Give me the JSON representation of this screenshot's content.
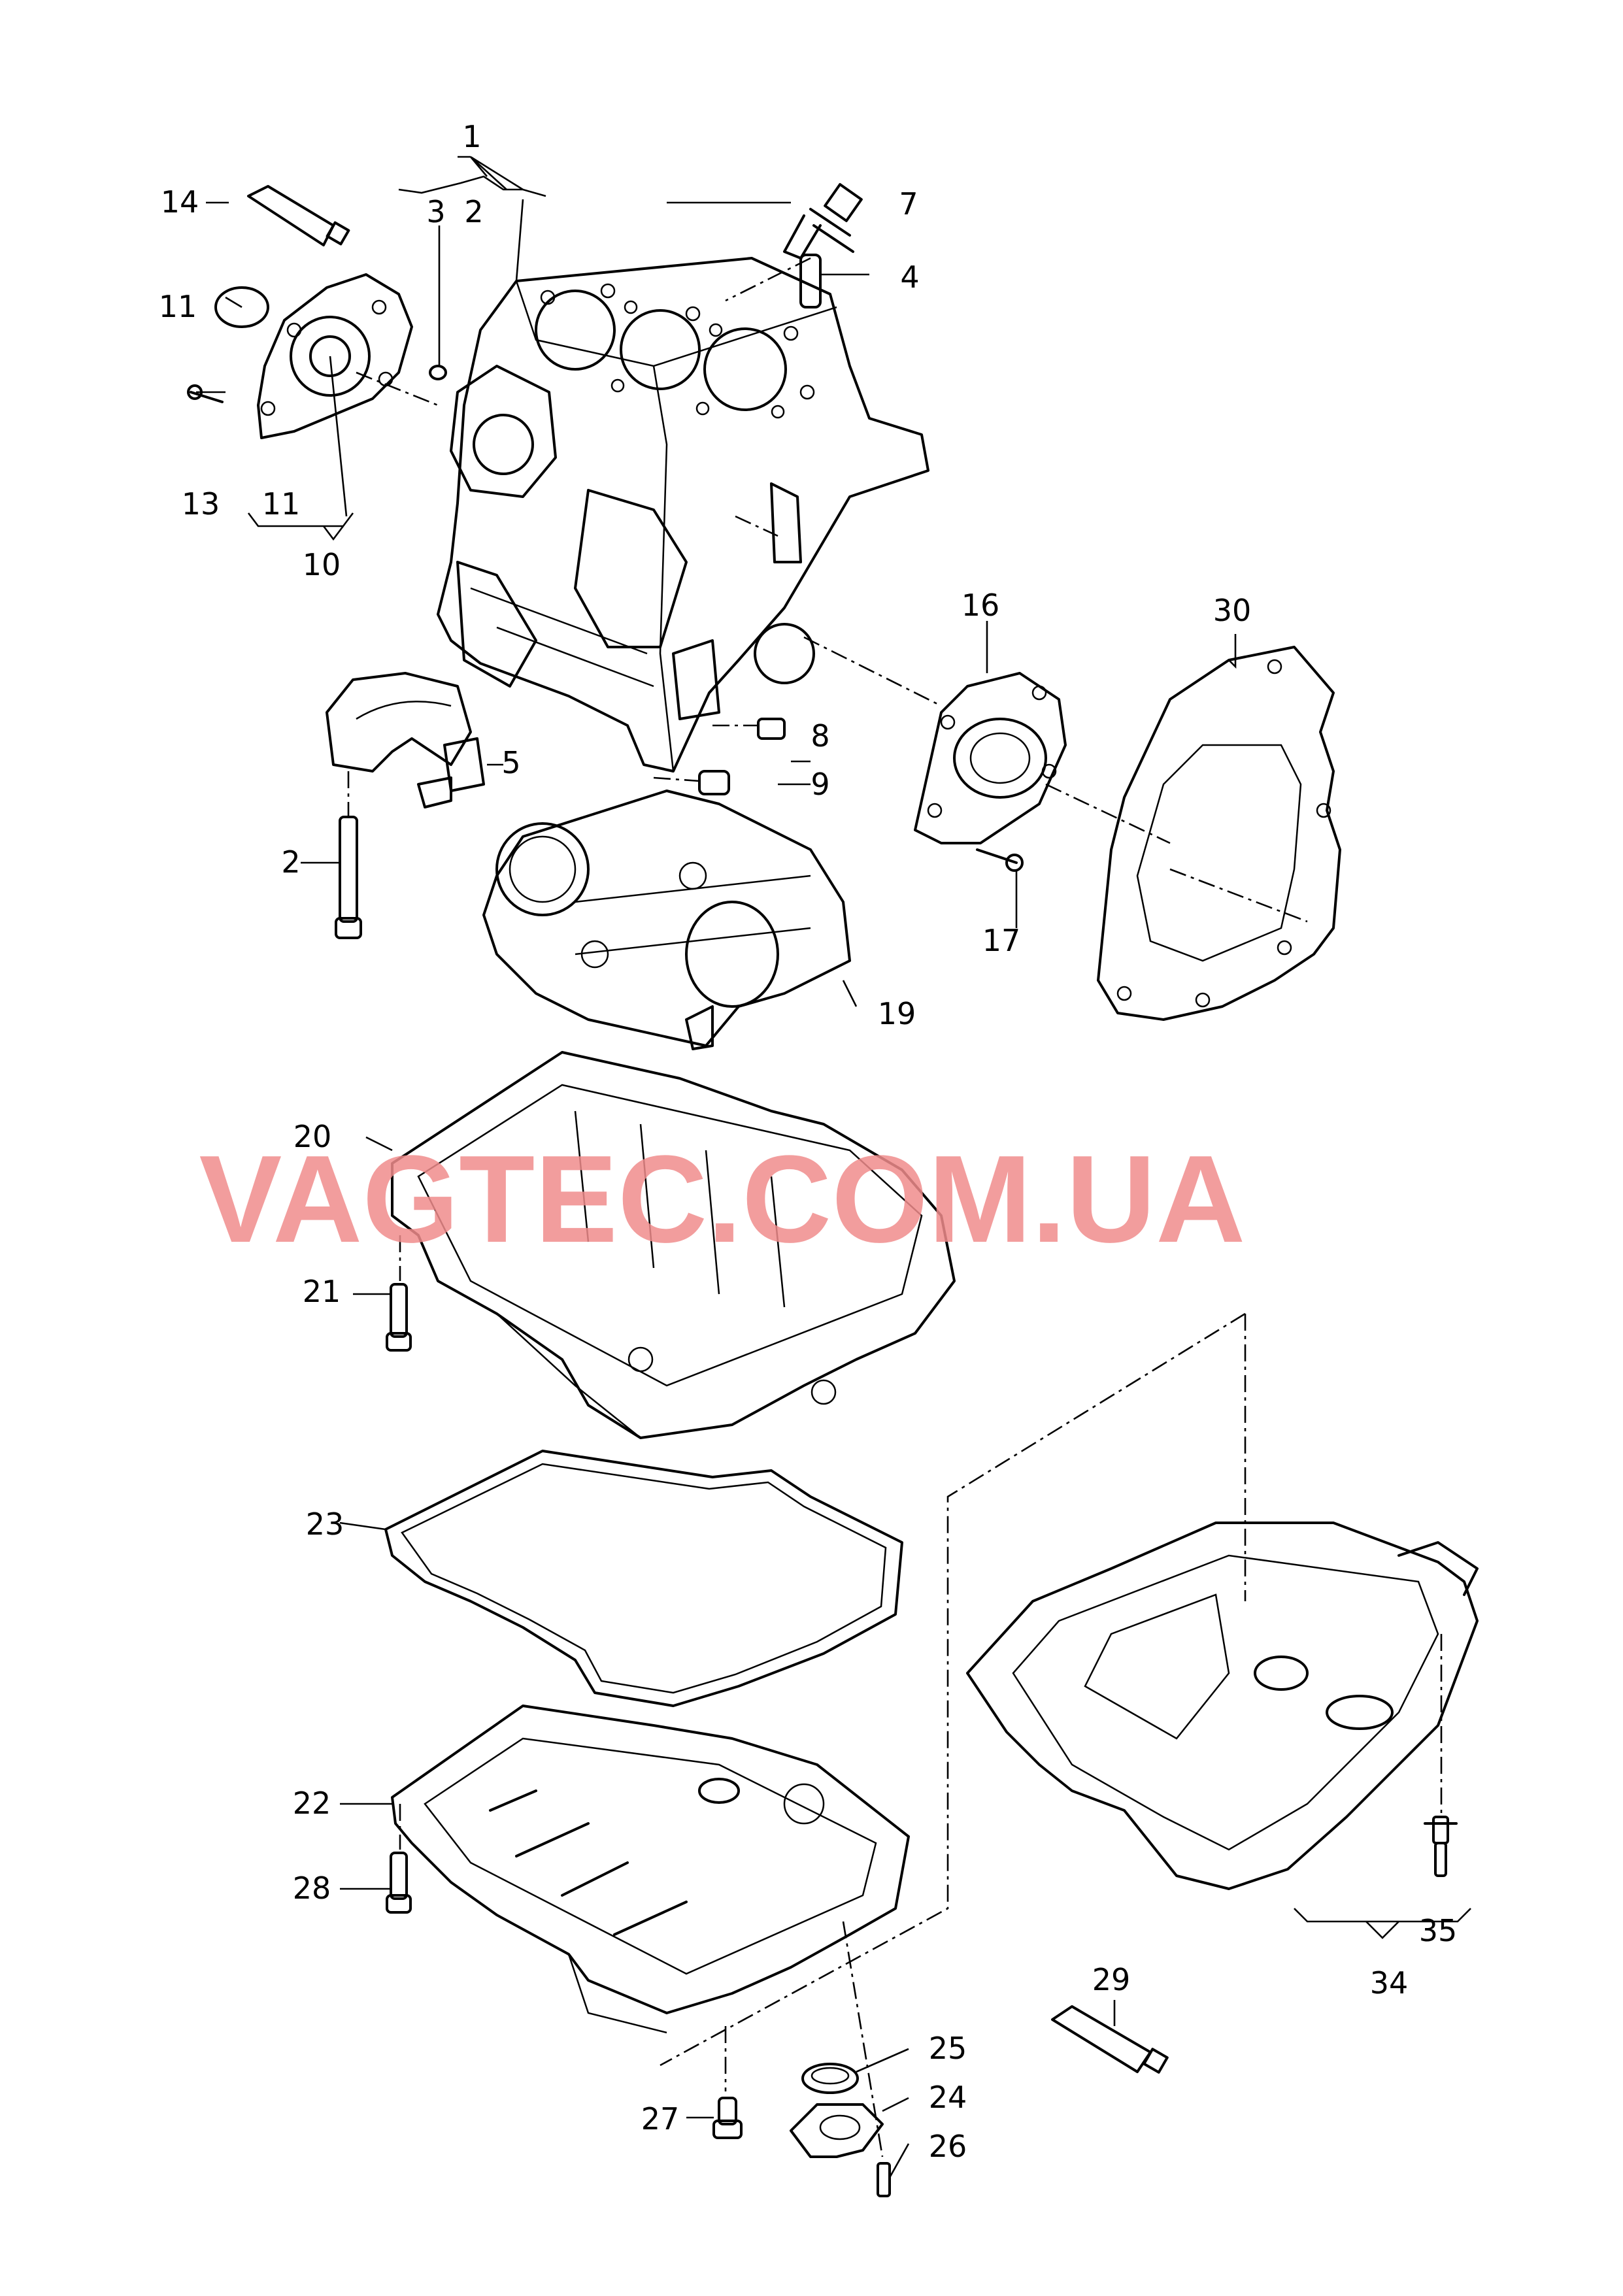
{
  "watermark": "VAGTEC.COM.UA",
  "labels": {
    "l1": "1",
    "l2a": "2",
    "l2b": "2",
    "l3": "3",
    "l4": "4",
    "l5": "5",
    "l7": "7",
    "l8": "8",
    "l9": "9",
    "l10": "10",
    "l11a": "11",
    "l11b": "11",
    "l13": "13",
    "l14": "14",
    "l16": "16",
    "l17": "17",
    "l19": "19",
    "l20": "20",
    "l21": "21",
    "l22": "22",
    "l23": "23",
    "l24": "24",
    "l25": "25",
    "l26": "26",
    "l27": "27",
    "l28": "28",
    "l29": "29",
    "l30": "30",
    "l34": "34",
    "l35": "35"
  }
}
